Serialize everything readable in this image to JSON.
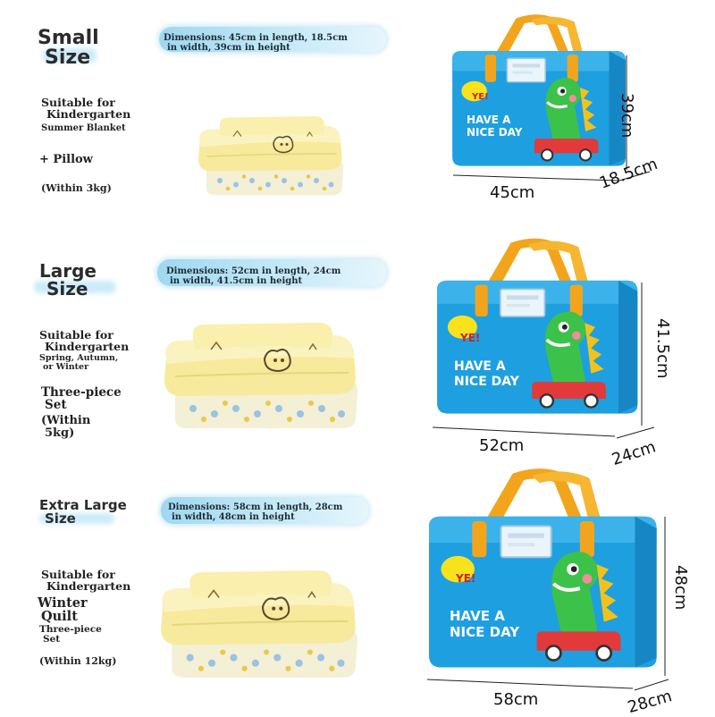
{
  "sections": [
    {
      "size_line1": "Small",
      "size_line2": "Size",
      "dimensions_line1": "Dimensions: 45cm in length, 18.5cm",
      "dimensions_line2": "in width, 39cm in height",
      "suitable_line1": "Suitable for",
      "suitable_line2": "Kindergarten",
      "use": "Summer Blanket",
      "set": "+ Pillow",
      "weight": "(Within 3kg)",
      "bag_length": "45cm",
      "bag_width": "18.5cm",
      "bag_height": "39cm"
    },
    {
      "size_line1": "Large",
      "size_line2": "Size",
      "dimensions_line1": "Dimensions: 52cm in length, 24cm",
      "dimensions_line2": "in width, 41.5cm in height",
      "suitable_line1": "Suitable for",
      "suitable_line2": "Kindergarten",
      "use_line1": "Spring, Autumn,",
      "use_line2": "or Winter",
      "set_line1": "Three-piece",
      "set_line2": "Set",
      "weight_line1": "(Within",
      "weight_line2": "5kg)",
      "bag_length": "52cm",
      "bag_width": "24cm",
      "bag_height": "41.5cm"
    },
    {
      "size_line1": "Extra Large",
      "size_line2": "Size",
      "dimensions_line1": "Dimensions: 58cm in length, 28cm",
      "dimensions_line2": "in width, 48cm in height",
      "suitable_line1": "Suitable for",
      "suitable_line2": "Kindergarten",
      "use_line1": "Winter",
      "use_line2": "Quilt",
      "set_line1": "Three-piece",
      "set_line2": "Set",
      "weight": "(Within 12kg)",
      "bag_length": "58cm",
      "bag_width": "28cm",
      "bag_height": "48cm"
    }
  ],
  "bag": {
    "speech_bubble": "YE!",
    "slogan_line1": "HAVE A",
    "slogan_line2": "NICE DAY",
    "color_bag": "#1e9fe0",
    "color_handle": "#f2a51c",
    "color_dino": "#3cc24a",
    "color_car": "#e23a3a",
    "color_blanket": "#f7ea9c"
  }
}
